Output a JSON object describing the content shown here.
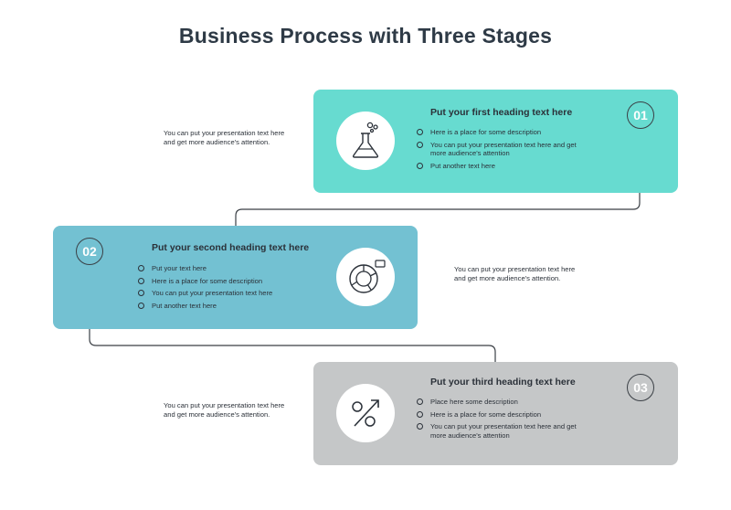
{
  "title": "Business Process with Three Stages",
  "colors": {
    "stage1": "#67dbd0",
    "stage2": "#73c1d2",
    "stage3": "#c5c7c8",
    "text": "#2b3139",
    "connector": "#3a3f45"
  },
  "stages": [
    {
      "number": "01",
      "heading": "Put your first heading text here",
      "icon": "flask-icon",
      "bullets": [
        "Here is a place for some description",
        "You can put your presentation text here and get more audience's attention",
        "Put another text here"
      ],
      "side_text": "You can put your presentation text here and get more audience's attention."
    },
    {
      "number": "02",
      "heading": "Put your second heading text here",
      "icon": "ring-chart-icon",
      "bullets": [
        "Put your text here",
        "Here is a place for some description",
        "You can put your presentation text here",
        "Put another text here"
      ],
      "side_text": "You can put your presentation text here and get more audience's attention."
    },
    {
      "number": "03",
      "heading": "Put your third heading text here",
      "icon": "percent-growth-icon",
      "bullets": [
        "Place here some description",
        "Here is a place for some description",
        "You can put your presentation text here and get more audience's attention"
      ],
      "side_text": "You can put your presentation text here and get more audience's attention."
    }
  ]
}
